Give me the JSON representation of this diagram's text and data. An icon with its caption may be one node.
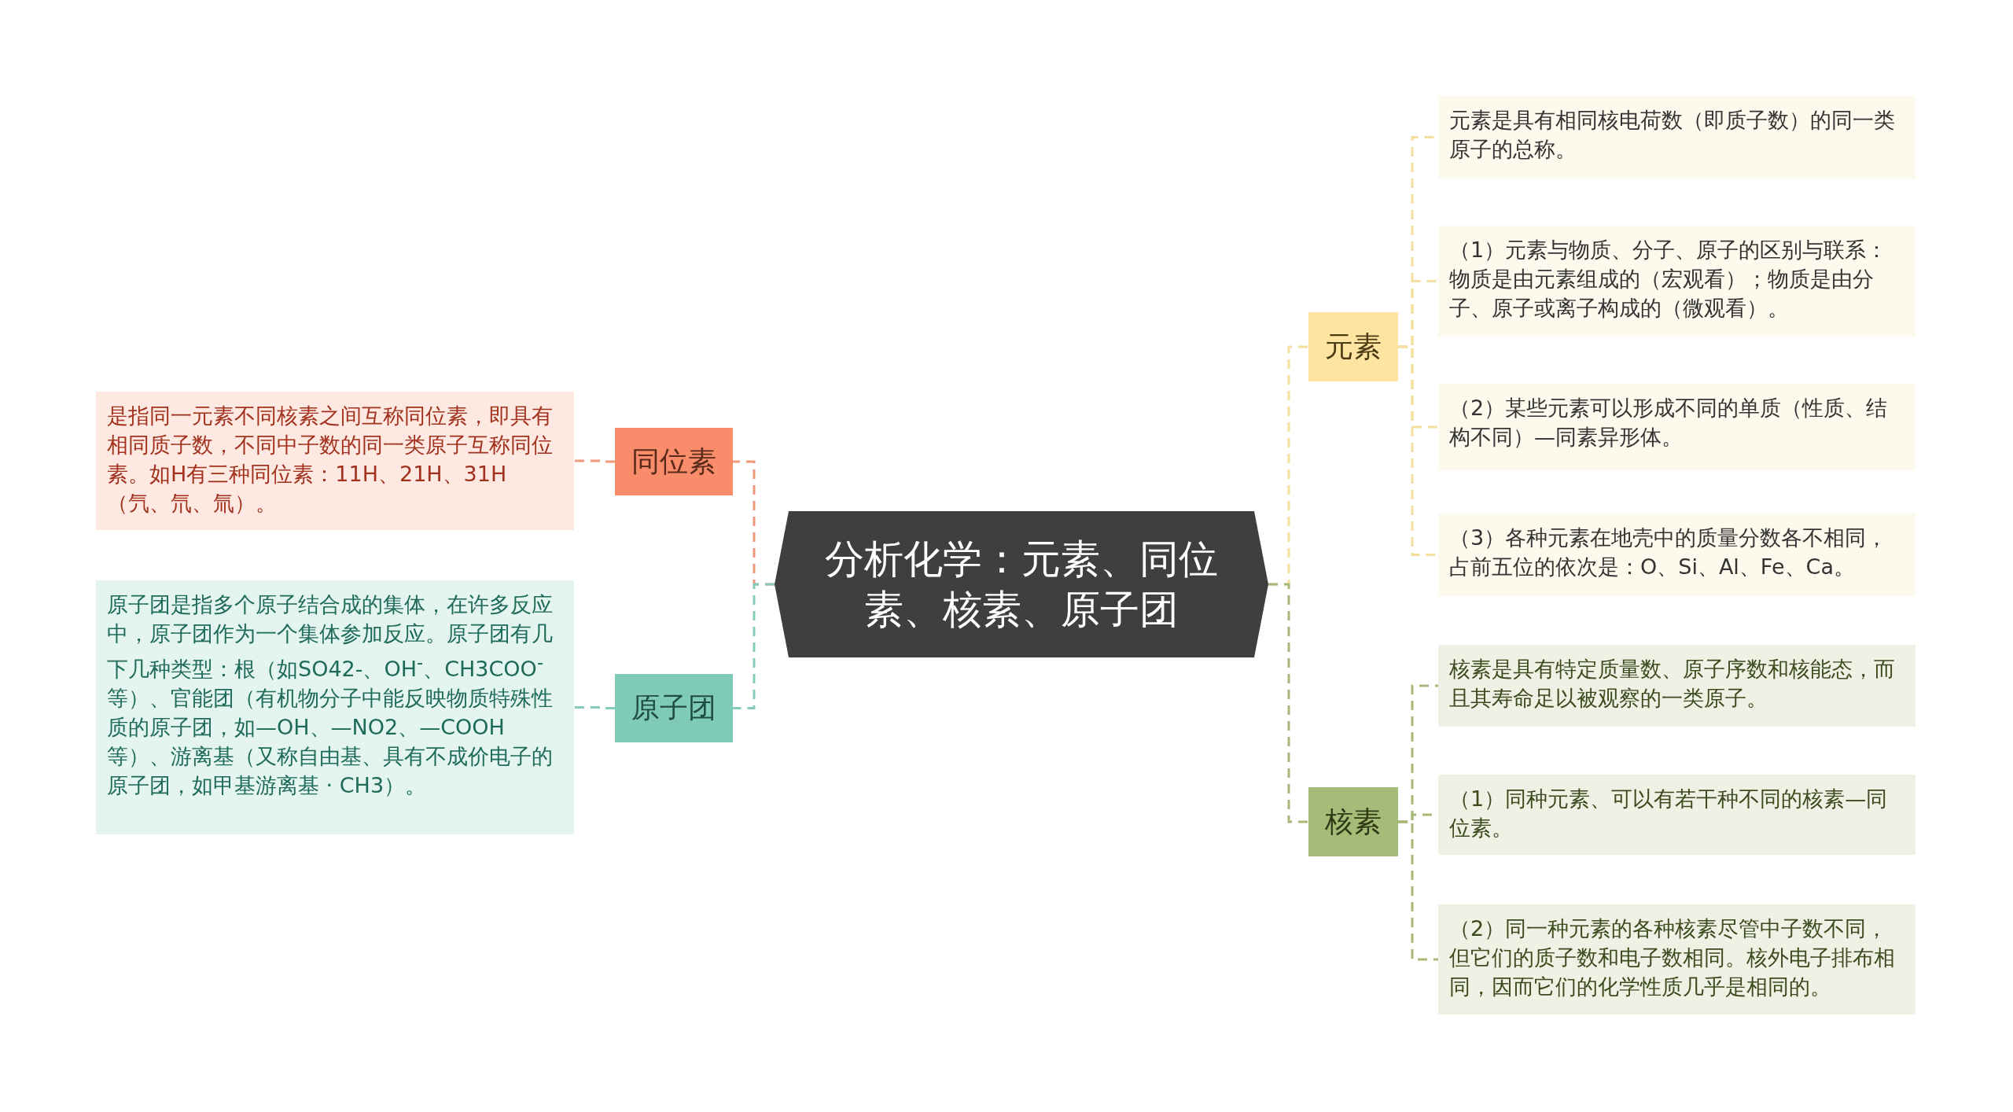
{
  "diagram": {
    "nodes": [
      {
        "text": [
          "分析化学：元素、同位素、核素、原子团"
        ]
      },
      {
        "text": [
          "同位素"
        ]
      },
      {
        "text": [
          "是指同一元素不同核素之间互称同位素，即具有相同质子数，不同中子数的同一类原子互称同位素。如H有三种同位素：11H、21H、31H（氕、氘、氚）。"
        ]
      },
      {
        "text": [
          "原子团"
        ]
      },
      {
        "text": [
          "原子团是指多个原子结合成的集体，在许多反应中，原子团作为一个集体参加反应。原子团有几下几种类型：根（如SO42-、OH$^{-}$、CH3COO$^{-}$等）、官能团（有机物分子中能反映物质特殊性质的原子团，如—OH、—NO2、—COOH等）、游离基（又称自由基、具有不成价电子的原子团，如甲基游离基 · CH3）。"
        ]
      },
      {
        "text": [
          "元素"
        ]
      },
      {
        "text": [
          "元素是具有相同核电荷数（即质子数）的同一类原子的总称。"
        ]
      },
      {
        "text": [
          "（1）元素与物质、分子、原子的区别与联系：物质是由元素组成的（宏观看）；物质是由分子、原子或离子构成的（微观看）。"
        ]
      },
      {
        "text": [
          "（2）某些元素可以形成不同的单质（性质、结构不同）—同素异形体。"
        ]
      },
      {
        "text": [
          "（3）各种元素在地壳中的质量分数各不相同，占前五位的依次是：O、Si、Al、Fe、Ca。"
        ]
      },
      {
        "text": [
          "核素"
        ]
      },
      {
        "text": [
          "核素是具有特定质量数、原子序数和核能态，而且其寿命足以被观察的一类原子。"
        ]
      },
      {
        "text": [
          "（1）同种元素、可以有若干种不同的核素—同位素。"
        ]
      },
      {
        "text": [
          "（2）同一种元素的各种核素尽管中子数不同，但它们的质子数和电子数相同。核外电子排布相同，因而它们的化学性质几乎是相同的。"
        ]
      }
    ],
    "edges": [
      {
        "from": 0,
        "to": 1,
        "arrow": "none",
        "style": "dashed",
        "color": "#f0997a"
      },
      {
        "from": 1,
        "to": 2,
        "arrow": "none",
        "style": "dashed",
        "color": "#f0997a"
      },
      {
        "from": 0,
        "to": 3,
        "arrow": "none",
        "style": "dashed",
        "color": "#86cbbb"
      },
      {
        "from": 3,
        "to": 4,
        "arrow": "none",
        "style": "dashed",
        "color": "#86cbbb"
      },
      {
        "from": 0,
        "to": 5,
        "arrow": "none",
        "style": "dashed",
        "color": "#f3e0a0"
      },
      {
        "from": 5,
        "to": 6,
        "arrow": "none",
        "style": "dashed",
        "color": "#f3e0a0"
      },
      {
        "from": 5,
        "to": 7,
        "arrow": "none",
        "style": "dashed",
        "color": "#f3e0a0"
      },
      {
        "from": 5,
        "to": 8,
        "arrow": "none",
        "style": "dashed",
        "color": "#f3e0a0"
      },
      {
        "from": 5,
        "to": 9,
        "arrow": "none",
        "style": "dashed",
        "color": "#f3e0a0"
      },
      {
        "from": 0,
        "to": 10,
        "arrow": "none",
        "style": "dashed",
        "color": "#a8b87a"
      },
      {
        "from": 10,
        "to": 11,
        "arrow": "none",
        "style": "dashed",
        "color": "#a8b87a"
      },
      {
        "from": 10,
        "to": 12,
        "arrow": "none",
        "style": "dashed",
        "color": "#a8b87a"
      },
      {
        "from": 10,
        "to": 13,
        "arrow": "none",
        "style": "dashed",
        "color": "#a8b87a"
      }
    ]
  }
}
